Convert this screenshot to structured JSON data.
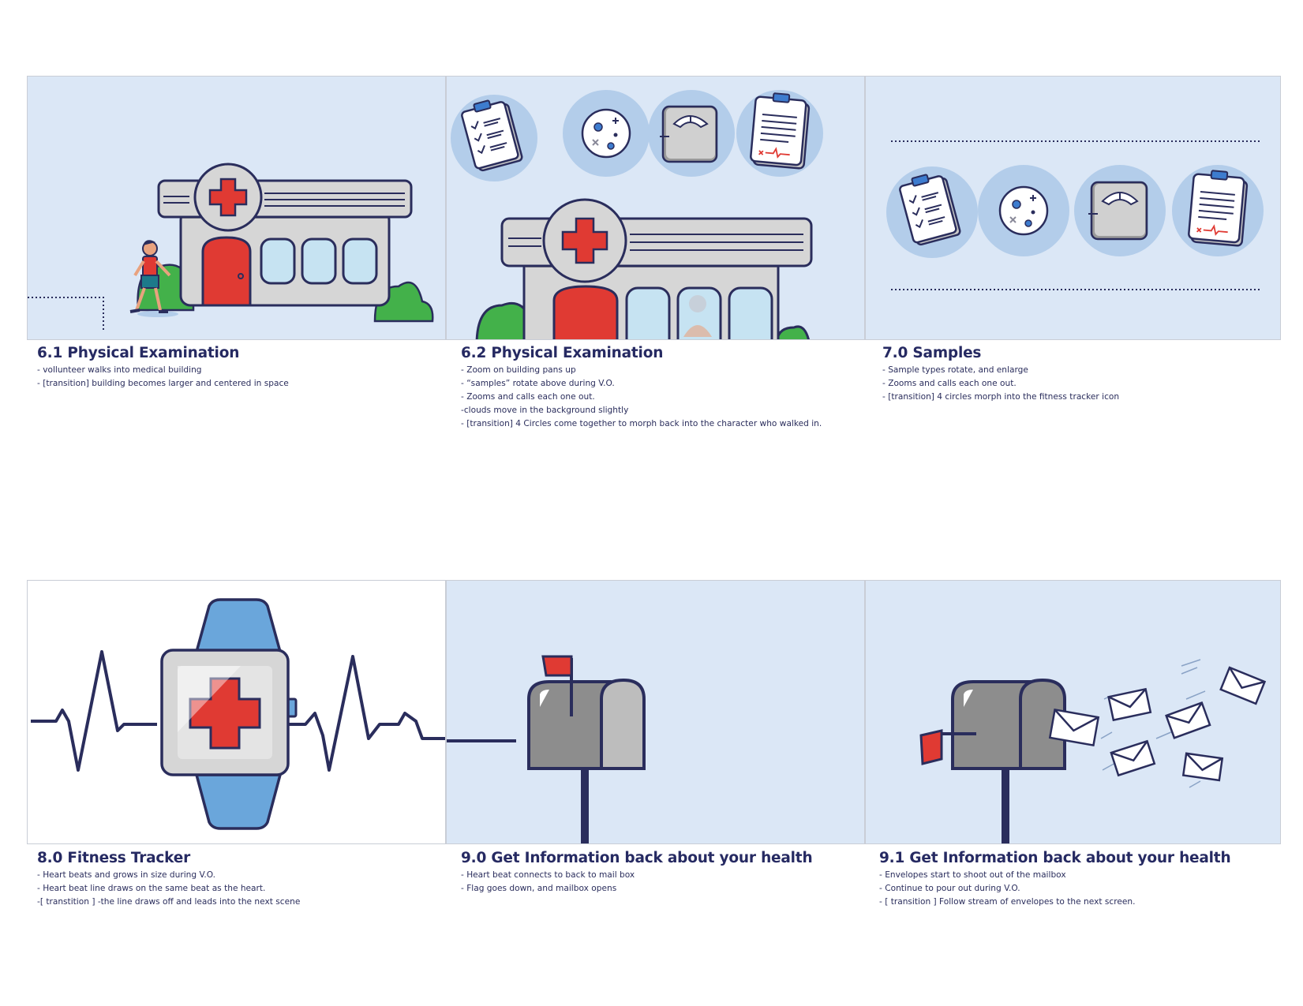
{
  "frames": [
    {
      "title": "6.1 Physical Examination",
      "notes": [
        "- vollunteer walks into medical building",
        "- [transition] building becomes larger and centered in space"
      ]
    },
    {
      "title": "6.2 Physical Examination",
      "notes": [
        "- Zoom on building pans up",
        "- “samples” rotate above during V.O.",
        "- Zooms and calls each one out.",
        "-clouds move in the background slightly",
        "- [transition] 4 Circles come together to morph back into the character who walked in."
      ]
    },
    {
      "title": "7.0 Samples",
      "notes": [
        "- Sample types rotate, and enlarge",
        "- Zooms and calls each one out.",
        "- [transition] 4 circles morph into the fitness tracker icon"
      ]
    },
    {
      "title": "8.0 Fitness Tracker",
      "notes": [
        "- Heart beats and grows in size during V.O.",
        "- Heart beat line draws on the same beat as the heart.",
        "-[ transtition ] -the line draws off and leads into the next scene"
      ]
    },
    {
      "title": "9.0 Get Information back about your health",
      "notes": [
        "- Heart beat connects to back to mail box",
        "- Flag goes down, and mailbox opens"
      ]
    },
    {
      "title": "9.1 Get Information back about your health",
      "notes": [
        "- Envelopes start to shoot out of the mailbox",
        "- Continue to pour out during V.O.",
        "- [ transition ]  Follow stream of envelopes to the next screen."
      ]
    }
  ],
  "colors": {
    "panel_bg": "#dbe7f6",
    "circle_bg": "#b3cdea",
    "navy": "#2a2d5c",
    "red": "#e03a33",
    "green": "#43b14a",
    "gray": "#d6d6d6",
    "window": "#c6e3f2",
    "watch_band": "#6aa6db"
  },
  "icons": [
    "medical-building-icon",
    "clipboard-checklist-icon",
    "petri-dish-icon",
    "weight-scale-icon",
    "medical-report-icon",
    "fitness-tracker-icon",
    "mailbox-icon",
    "envelope-icon",
    "heartbeat-line"
  ]
}
